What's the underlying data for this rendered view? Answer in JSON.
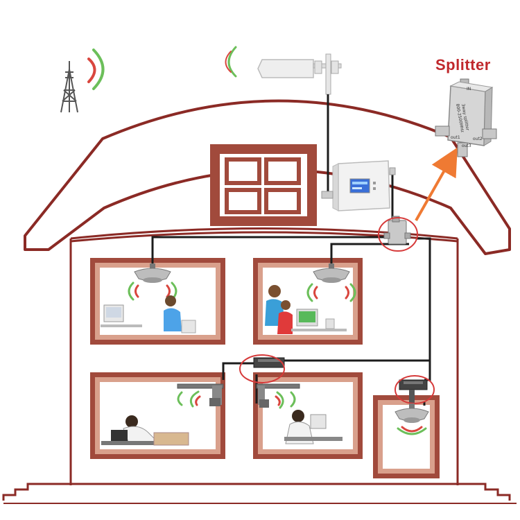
{
  "callout": {
    "label": "Splitter"
  },
  "splitter_device": {
    "port_in": "IN",
    "model": "3way splitter",
    "band": "800-2500MHz",
    "port_out1": "out1",
    "port_out2": "out2",
    "port_out3": "out3"
  },
  "colors": {
    "house_outline": "#8b2a25",
    "window_frame": "#a14a3c",
    "window_inner": "#d9a08c",
    "cable": "#1c1c1c",
    "highlight_circle": "#d63a3a",
    "callout_arrow": "#ef7a33",
    "signal_green": "#6cbf5a",
    "signal_red": "#d9463e"
  },
  "icons": [
    "cell-tower-icon",
    "outdoor-antenna-icon",
    "booster-unit-icon",
    "splitter-icon",
    "ceiling-antenna-icon",
    "panel-antenna-icon",
    "person-icon"
  ]
}
